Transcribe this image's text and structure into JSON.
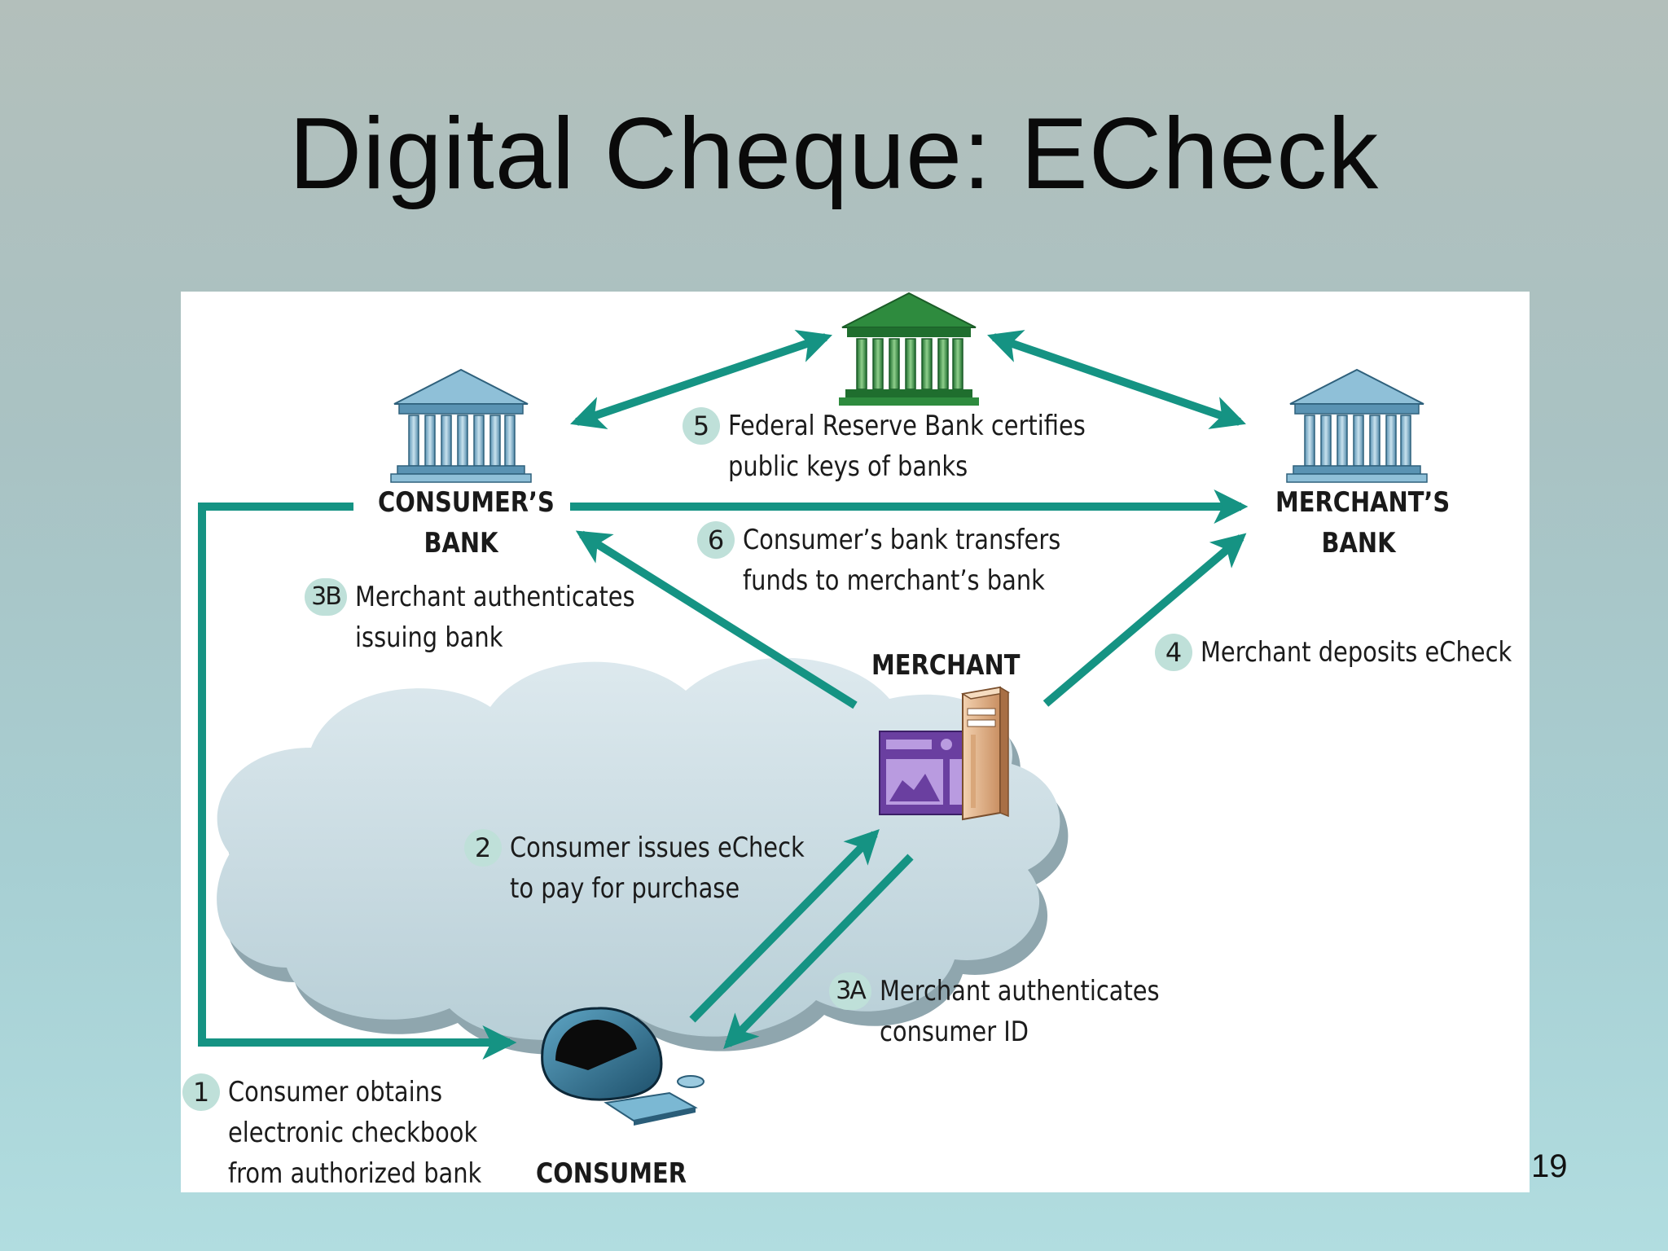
{
  "slide": {
    "title": "Digital Cheque: ECheck",
    "page_number": "19"
  },
  "nodes": {
    "consumers_bank": [
      "CONSUMER’S",
      "BANK"
    ],
    "merchants_bank": [
      "MERCHANT’S",
      "BANK"
    ],
    "merchant": "MERCHANT",
    "consumer": "CONSUMER"
  },
  "steps": [
    {
      "num": "1",
      "lines": [
        "Consumer obtains",
        "electronic checkbook",
        "from authorized bank"
      ]
    },
    {
      "num": "2",
      "lines": [
        "Consumer issues eCheck",
        "to pay for purchase"
      ]
    },
    {
      "num": "3A",
      "lines": [
        "Merchant authenticates",
        "consumer ID"
      ]
    },
    {
      "num": "3B",
      "lines": [
        "Merchant authenticates",
        "issuing bank"
      ]
    },
    {
      "num": "4",
      "lines": [
        "Merchant deposits eCheck"
      ]
    },
    {
      "num": "5",
      "lines": [
        "Federal Reserve Bank certifies",
        "public keys of banks"
      ]
    },
    {
      "num": "6",
      "lines": [
        "Consumer’s bank transfers",
        "funds to merchant’s bank"
      ]
    }
  ],
  "colors": {
    "arrow": "#159383",
    "badge": "#bfe0d9",
    "federal_bank": "#2e8b3e",
    "bank": "#6fa8c4",
    "cloud": "#c9dde3",
    "merchant_screen": "#6a3fa0",
    "server": "#e0b48c"
  }
}
